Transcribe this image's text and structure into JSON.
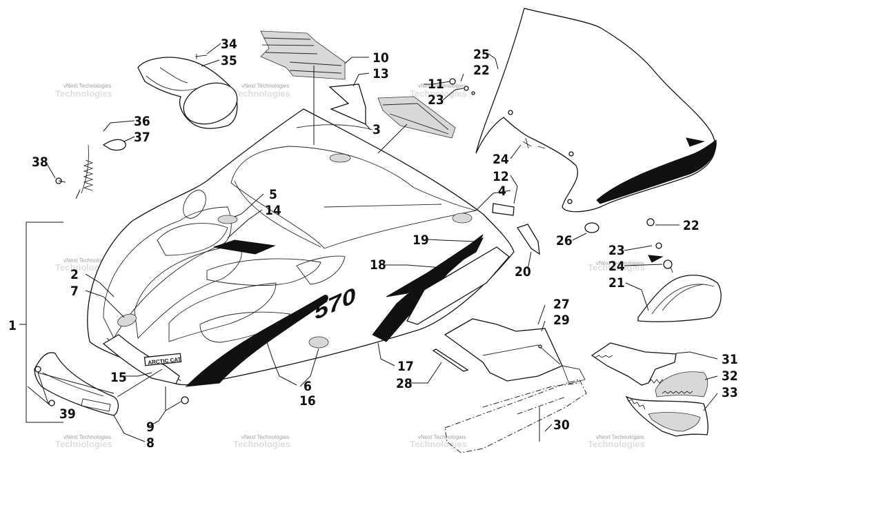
{
  "watermark": {
    "line1": "vNext Technologies",
    "line2": "Technologies"
  },
  "decal_text": {
    "brand": "ARCTIC CAT",
    "model": "570"
  },
  "callouts": [
    {
      "id": "c1",
      "label": "1"
    },
    {
      "id": "c2",
      "label": "2"
    },
    {
      "id": "c3",
      "label": "3"
    },
    {
      "id": "c4",
      "label": "4"
    },
    {
      "id": "c5",
      "label": "5"
    },
    {
      "id": "c6",
      "label": "6"
    },
    {
      "id": "c7",
      "label": "7"
    },
    {
      "id": "c8",
      "label": "8"
    },
    {
      "id": "c9",
      "label": "9"
    },
    {
      "id": "c10",
      "label": "10"
    },
    {
      "id": "c11",
      "label": "11"
    },
    {
      "id": "c12",
      "label": "12"
    },
    {
      "id": "c13",
      "label": "13"
    },
    {
      "id": "c14",
      "label": "14"
    },
    {
      "id": "c15",
      "label": "15"
    },
    {
      "id": "c16",
      "label": "16"
    },
    {
      "id": "c17",
      "label": "17"
    },
    {
      "id": "c18",
      "label": "18"
    },
    {
      "id": "c19",
      "label": "19"
    },
    {
      "id": "c20",
      "label": "20"
    },
    {
      "id": "c21",
      "label": "21"
    },
    {
      "id": "c22a",
      "label": "22"
    },
    {
      "id": "c22b",
      "label": "22"
    },
    {
      "id": "c23a",
      "label": "23"
    },
    {
      "id": "c23b",
      "label": "23"
    },
    {
      "id": "c24a",
      "label": "24"
    },
    {
      "id": "c24b",
      "label": "24"
    },
    {
      "id": "c25",
      "label": "25"
    },
    {
      "id": "c26",
      "label": "26"
    },
    {
      "id": "c27",
      "label": "27"
    },
    {
      "id": "c28",
      "label": "28"
    },
    {
      "id": "c29",
      "label": "29"
    },
    {
      "id": "c30",
      "label": "30"
    },
    {
      "id": "c31",
      "label": "31"
    },
    {
      "id": "c32",
      "label": "32"
    },
    {
      "id": "c33",
      "label": "33"
    },
    {
      "id": "c34",
      "label": "34"
    },
    {
      "id": "c35",
      "label": "35"
    },
    {
      "id": "c36",
      "label": "36"
    },
    {
      "id": "c37",
      "label": "37"
    },
    {
      "id": "c38",
      "label": "38"
    },
    {
      "id": "c39",
      "label": "39"
    }
  ]
}
